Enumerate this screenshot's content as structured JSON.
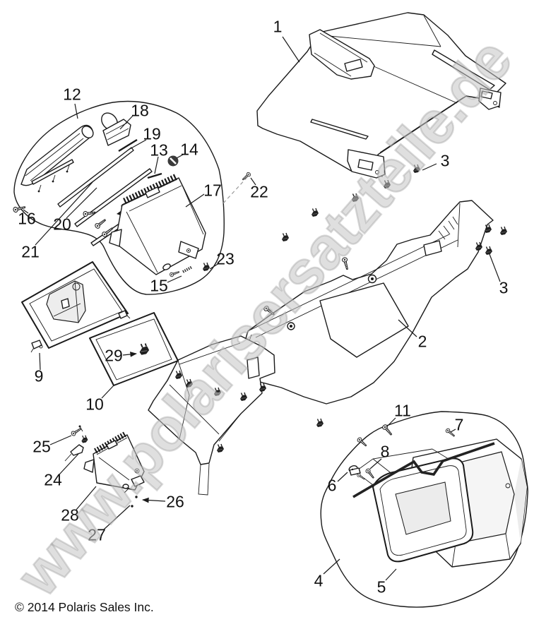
{
  "watermark": {
    "text": "www.polarisersatzteile.de",
    "color": "#c5c5c5"
  },
  "footer": {
    "copyright": "© 2014 Polaris Sales Inc."
  },
  "diagram": {
    "ink_color": "#1a1a1a",
    "background_color": "#ffffff",
    "callouts": [
      {
        "label": "1"
      },
      {
        "label": "12"
      },
      {
        "label": "18"
      },
      {
        "label": "19"
      },
      {
        "label": "13"
      },
      {
        "label": "14"
      },
      {
        "label": "3"
      },
      {
        "label": "17"
      },
      {
        "label": "22"
      },
      {
        "label": "16"
      },
      {
        "label": "20"
      },
      {
        "label": "21"
      },
      {
        "label": "23"
      },
      {
        "label": "15"
      },
      {
        "label": "3"
      },
      {
        "label": "2"
      },
      {
        "label": "29"
      },
      {
        "label": "9"
      },
      {
        "label": "10"
      },
      {
        "label": "11"
      },
      {
        "label": "7"
      },
      {
        "label": "25"
      },
      {
        "label": "8"
      },
      {
        "label": "24"
      },
      {
        "label": "6"
      },
      {
        "label": "26"
      },
      {
        "label": "28"
      },
      {
        "label": "27"
      },
      {
        "label": "4"
      },
      {
        "label": "5"
      }
    ]
  }
}
